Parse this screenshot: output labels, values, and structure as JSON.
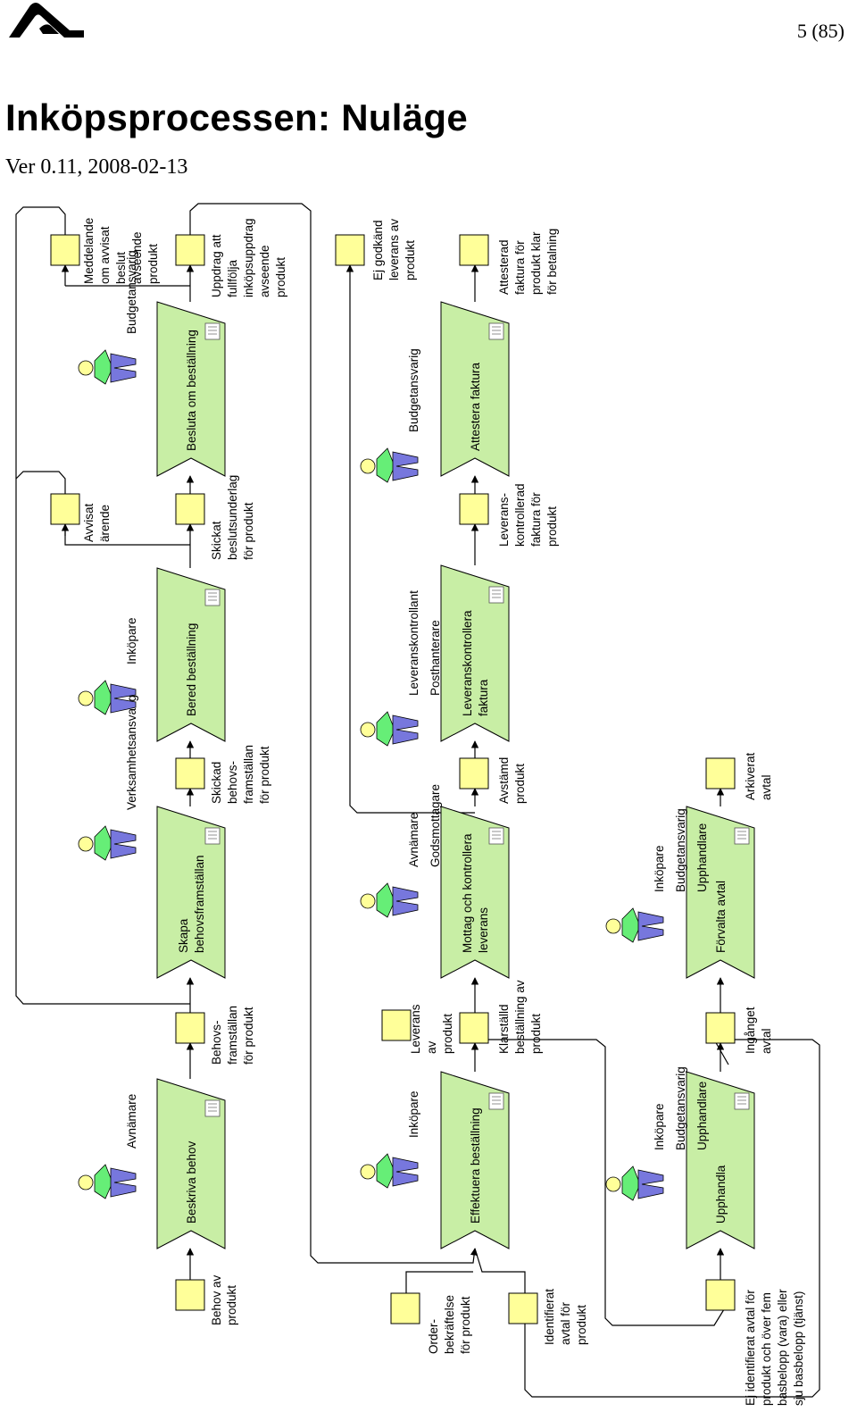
{
  "header": {
    "page_number": "5 (85)",
    "title": "Inköpsprocessen: Nuläge",
    "version": "Ver 0.11, 2008-02-13"
  },
  "diagram": {
    "functions": {
      "beskriva_behov": "Beskriva behov",
      "skapa_behovsframstallan": [
        "Skapa",
        "behovsframställan"
      ],
      "bered_bestallning": "Bered beställning",
      "besluta_om_bestallning": "Besluta om beställning",
      "effektuera_bestallning": "Effektuera beställning",
      "mottag_och_kontrollera": [
        "Mottag och kontrollera",
        "leverans"
      ],
      "leveranskontrollera_faktura": [
        "Leveranskontrollera",
        "faktura"
      ],
      "attestera_faktura": "Attestera faktura",
      "upphandla": "Upphandla",
      "forvalta_avtal": "Förvalta avtal"
    },
    "events": {
      "behov_av_produkt": [
        "Behov av",
        "produkt"
      ],
      "behovsframstallan": [
        "Behovs-",
        "framställan",
        "för produkt"
      ],
      "skickad_behovsframstallan": [
        "Skickad",
        "behovs-",
        "framställan",
        "för produkt"
      ],
      "avvisat_arende": [
        "Avvisat",
        "ärende"
      ],
      "skickat_beslutsunderlag": [
        "Skickat",
        "beslutsunderlag",
        "för produkt"
      ],
      "meddelande_avvisat": [
        "Meddelande",
        "om avvisat",
        "beslut",
        "avseende",
        "produkt"
      ],
      "uppdrag_att_fullfolja": [
        "Uppdrag att",
        "fullfölja",
        "inköpsuppdrag",
        "avseende",
        "produkt"
      ],
      "orderbekraftelse": [
        "Order-",
        "bekräftelse",
        "för produkt"
      ],
      "leverans_av_produkt": [
        "Leverans",
        "av",
        "produkt"
      ],
      "klarstalld_bestallning": [
        "Klarställd",
        "beställning av",
        "produkt"
      ],
      "avstamd_produkt": [
        "Avstämd",
        "produkt"
      ],
      "leveranskontrollerad_faktura": [
        "Leverans-",
        "kontrollerad",
        "faktura för",
        "produkt"
      ],
      "ej_godkand_leverans": [
        "Ej godkänd",
        "leverans av",
        "produkt"
      ],
      "attesterad_faktura": [
        "Attesterad",
        "faktura för",
        "produkt klar",
        "för betalning"
      ],
      "identifierat_avtal": [
        "Identifierat",
        "avtal för",
        "produkt"
      ],
      "ej_identifierat_avtal": [
        "Ej identifierat avtal för",
        "produkt och över fem",
        "basbelopp (vara) eller",
        "sju basbelopp (tjänst)"
      ],
      "ingaget_avtal": [
        "Ingånget",
        "avtal"
      ],
      "arkiverat_avtal": [
        "Arkiverat",
        "avtal"
      ]
    },
    "roles": {
      "beskriva_behov": [
        "Avnämare"
      ],
      "skapa_behovsframstallan": [
        "Verksamhetsansvarig"
      ],
      "bered_bestallning": [
        "Inköpare"
      ],
      "besluta_om_bestallning": [
        "Budgetansvarig"
      ],
      "effektuera_bestallning": [
        "Inköpare"
      ],
      "mottag_och_kontrollera": [
        "Avnämare",
        "Godsmottagare"
      ],
      "leveranskontrollera_faktura": [
        "Leveranskontrollant",
        "Posthanterare"
      ],
      "attestera_faktura": [
        "Budgetansvarig"
      ],
      "upphandla": [
        "Inköpare",
        "Budgetansvarig",
        "Upphandlare"
      ],
      "forvalta_avtal": [
        "Inköpare",
        "Budgetansvarig",
        "Upphandlare"
      ]
    }
  }
}
